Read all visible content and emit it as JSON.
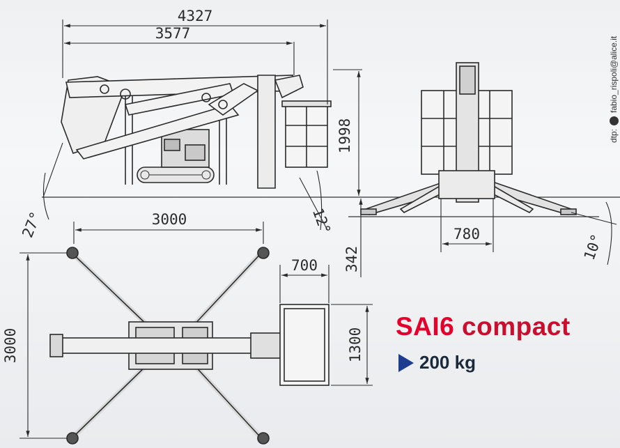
{
  "dimensions": {
    "overall_length": "4327",
    "boom_length": "3577",
    "transport_height": "1998",
    "outrigger_span_side": "3000",
    "platform_depth": "700",
    "ground_clearance": "342",
    "track_width": "780",
    "outrigger_span_plan_x": "3000",
    "outrigger_span_plan_y": "3000",
    "platform_width": "1300"
  },
  "angles": {
    "front_slope": "27°",
    "rear_slope": "12°",
    "lateral_slope": "10°"
  },
  "product": {
    "name_part1": "SA",
    "name_part2": "I6",
    "name_part3": " compact",
    "load_capacity": "200 kg"
  },
  "credit": {
    "prefix": "dtp:",
    "email": "fabio_rispoli@alice.it"
  },
  "colors": {
    "brand_red": "#e4002b",
    "arrow_blue": "#1f3d8f",
    "line_dark": "#2a2a2a"
  }
}
